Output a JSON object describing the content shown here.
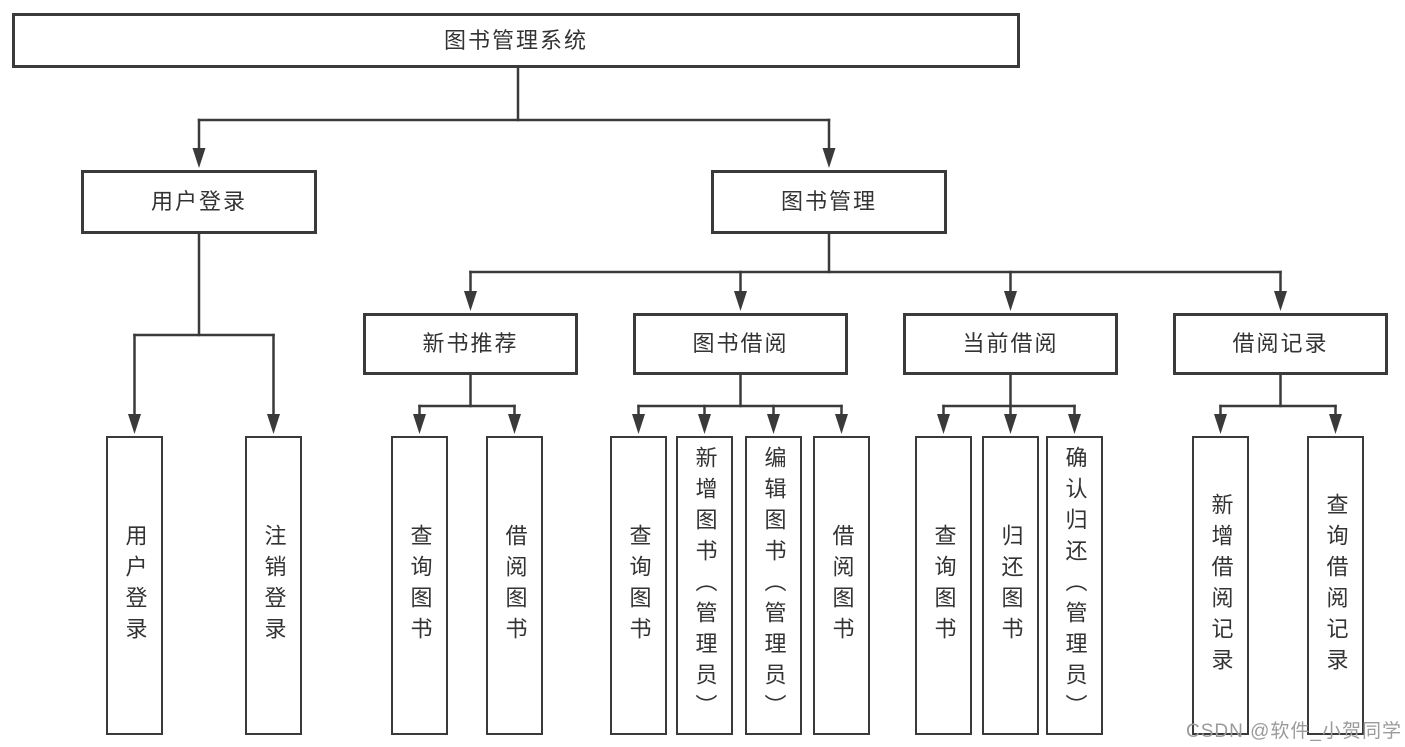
{
  "nodes": {
    "root": "图书管理系统",
    "user_login": "用户登录",
    "book_mgmt": "图书管理",
    "new_books": "新书推荐",
    "book_borrow": "图书借阅",
    "current_borrow": "当前借阅",
    "borrow_records": "借阅记录",
    "leaves": {
      "user_login_1": "用户登录",
      "user_login_2": "注销登录",
      "new_books_1": "查询图书",
      "new_books_2": "借阅图书",
      "book_borrow_1": "查询图书",
      "book_borrow_2": "新增图书（管理员）",
      "book_borrow_3": "编辑图书（管理员）",
      "book_borrow_4": "借阅图书",
      "current_borrow_1": "查询图书",
      "current_borrow_2": "归还图书",
      "current_borrow_3": "确认归还（管理员）",
      "borrow_records_1": "新增借阅记录",
      "borrow_records_2": "查询借阅记录"
    }
  },
  "watermark": "CSDN @软件_小贺同学",
  "colors": {
    "line": "#3a3a3a",
    "text": "#333333",
    "watermark": "#9b9b9b"
  }
}
